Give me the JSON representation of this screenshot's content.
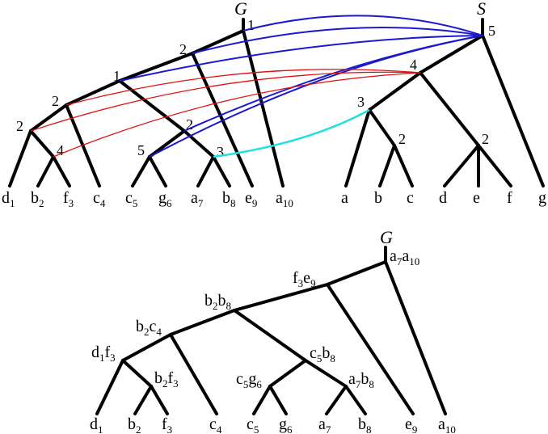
{
  "colors": {
    "tree": "#000000",
    "map_blue": "#1a1acc",
    "map_red": "#e01010",
    "map_cyan": "#20e0e0"
  },
  "gene_tree_top": {
    "title": "G",
    "leaves": [
      {
        "name": "d",
        "index": "1"
      },
      {
        "name": "b",
        "index": "2"
      },
      {
        "name": "f",
        "index": "3"
      },
      {
        "name": "c",
        "index": "4"
      },
      {
        "name": "c",
        "index": "5"
      },
      {
        "name": "g",
        "index": "6"
      },
      {
        "name": "a",
        "index": "7"
      },
      {
        "name": "b",
        "index": "8"
      },
      {
        "name": "e",
        "index": "9"
      },
      {
        "name": "a",
        "index": "10"
      }
    ],
    "node_numbers": {
      "root": "1",
      "n_ae": "2",
      "n_b8": "1",
      "n_c4": "2",
      "n_df": "2",
      "n_bf": "4",
      "n_cb": "2",
      "n_cg": "5",
      "n_ab": "3"
    }
  },
  "species_tree": {
    "title": "S",
    "leaves": [
      "a",
      "b",
      "c",
      "d",
      "e",
      "f",
      "g"
    ],
    "node_numbers": {
      "root": "5",
      "n_af": "4",
      "n_abc": "3",
      "n_bc": "2",
      "n_def": "2"
    }
  },
  "gene_tree_bottom": {
    "title": "G",
    "leaves": [
      {
        "name": "d",
        "index": "1"
      },
      {
        "name": "b",
        "index": "2"
      },
      {
        "name": "f",
        "index": "3"
      },
      {
        "name": "c",
        "index": "4"
      },
      {
        "name": "c",
        "index": "5"
      },
      {
        "name": "g",
        "index": "6"
      },
      {
        "name": "a",
        "index": "7"
      },
      {
        "name": "b",
        "index": "8"
      },
      {
        "name": "e",
        "index": "9"
      },
      {
        "name": "a",
        "index": "10"
      }
    ],
    "node_labels": {
      "root": {
        "a": "a",
        "ai": "7",
        "b": "a",
        "bi": "10"
      },
      "n_fe": {
        "a": "f",
        "ai": "3",
        "b": "e",
        "bi": "9"
      },
      "n_bb": {
        "a": "b",
        "ai": "2",
        "b": "b",
        "bi": "8"
      },
      "n_bc": {
        "a": "b",
        "ai": "2",
        "b": "c",
        "bi": "4"
      },
      "n_df": {
        "a": "d",
        "ai": "1",
        "b": "f",
        "bi": "3"
      },
      "n_bf": {
        "a": "b",
        "ai": "2",
        "b": "f",
        "bi": "3"
      },
      "n_cb": {
        "a": "c",
        "ai": "5",
        "b": "b",
        "bi": "8"
      },
      "n_cg": {
        "a": "c",
        "ai": "5",
        "b": "g",
        "bi": "6"
      },
      "n_ab": {
        "a": "a",
        "ai": "7",
        "b": "b",
        "bi": "8"
      }
    }
  }
}
